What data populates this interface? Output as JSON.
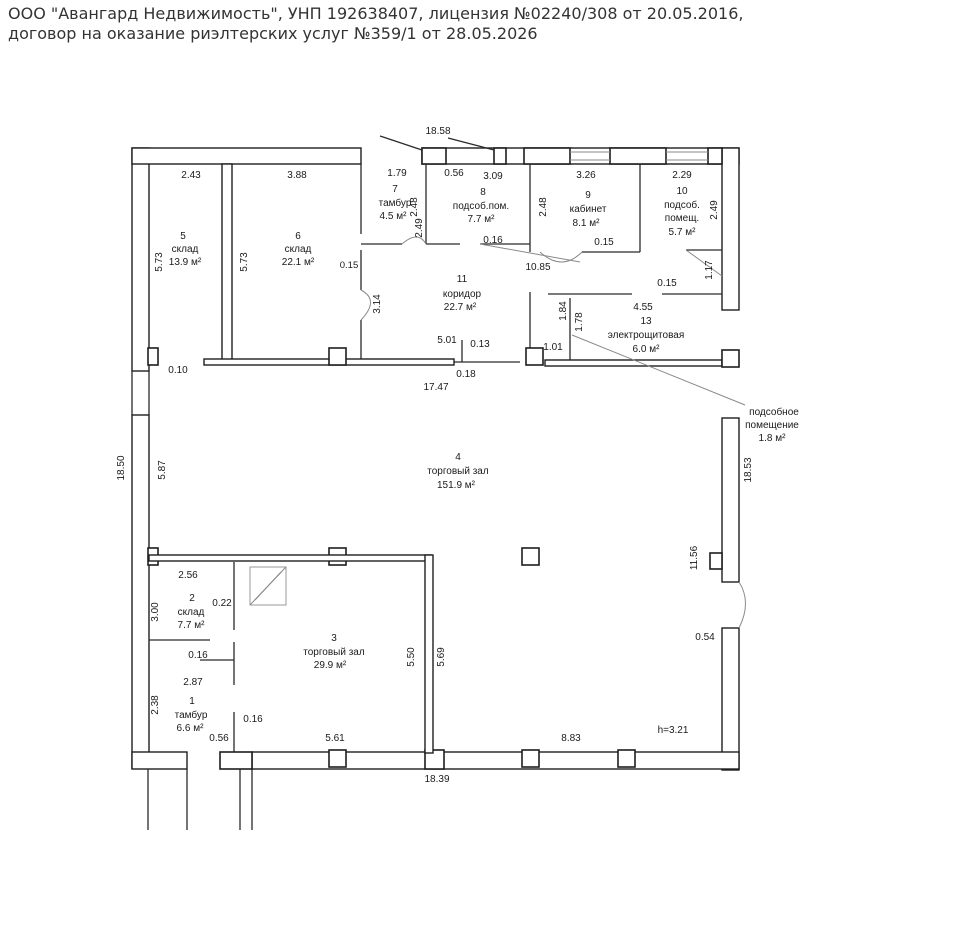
{
  "header": {
    "line1": "ООО \"Авангард Недвижимость\", УНП 192638407, лицензия №02240/308 от 20.05.2016,",
    "line2": "договор на оказание риэлтерских услуг №359/1 от 28.05.2026"
  },
  "rooms": {
    "r1": {
      "num": "1",
      "name": "тамбур",
      "area": "6.6 м²"
    },
    "r2": {
      "num": "2",
      "name": "склад",
      "area": "7.7 м²"
    },
    "r3": {
      "num": "3",
      "name": "торговый зал",
      "area": "29.9 м²"
    },
    "r4": {
      "num": "4",
      "name": "торговый зал",
      "area": "151.9 м²"
    },
    "r5": {
      "num": "5",
      "name": "склад",
      "area": "13.9 м²"
    },
    "r6": {
      "num": "6",
      "name": "склад",
      "area": "22.1 м²"
    },
    "r7": {
      "num": "7",
      "name": "тамбур",
      "area": "4.5 м²"
    },
    "r8": {
      "num": "8",
      "name": "подсоб.пом.",
      "area": "7.7 м²"
    },
    "r9": {
      "num": "9",
      "name": "кабинет",
      "area": "8.1 м²"
    },
    "r10": {
      "num": "10",
      "name1": "подсоб.",
      "name2": "помещ.",
      "area": "5.7 м²"
    },
    "r11": {
      "num": "11",
      "name": "коридор",
      "area": "22.7 м²"
    },
    "r13": {
      "num": "13",
      "name": "электрощитовая",
      "area": "6.0 м²"
    },
    "aux": {
      "name1": "подсобное",
      "name2": "помещение",
      "area": "1.8 м²"
    }
  },
  "dims": {
    "d1858": "18.58",
    "d243": "2.43",
    "d388": "3.88",
    "d179": "1.79",
    "d056t": "0.56",
    "d309": "3.09",
    "d326": "3.26",
    "d229": "2.29",
    "d573a": "5.73",
    "d573b": "5.73",
    "d248a": "2.48",
    "d249a": "2.49",
    "d248b": "2.48",
    "d249b": "2.49",
    "d015a": "0.15",
    "d016a": "0.16",
    "d015b": "0.15",
    "d1085": "10.85",
    "d015c": "0.15",
    "d314": "3.14",
    "d117": "1.17",
    "d184": "1.84",
    "d178": "1.78",
    "d455": "4.55",
    "d501": "5.01",
    "d013": "0.13",
    "d101": "1.01",
    "d010": "0.10",
    "d018": "0.18",
    "d1747": "17.47",
    "d1850": "18.50",
    "d587": "5.87",
    "d1853": "18.53",
    "d1156": "11.56",
    "d256": "2.56",
    "d300": "3.00",
    "d022": "0.22",
    "d016b": "0.16",
    "d287": "2.87",
    "d238": "2.38",
    "d016c": "0.16",
    "d056b": "0.56",
    "d550": "5.50",
    "d569": "5.69",
    "d054": "0.54",
    "d561": "5.61",
    "d883": "8.83",
    "dh": "h=3.21",
    "d1839": "18.39"
  }
}
